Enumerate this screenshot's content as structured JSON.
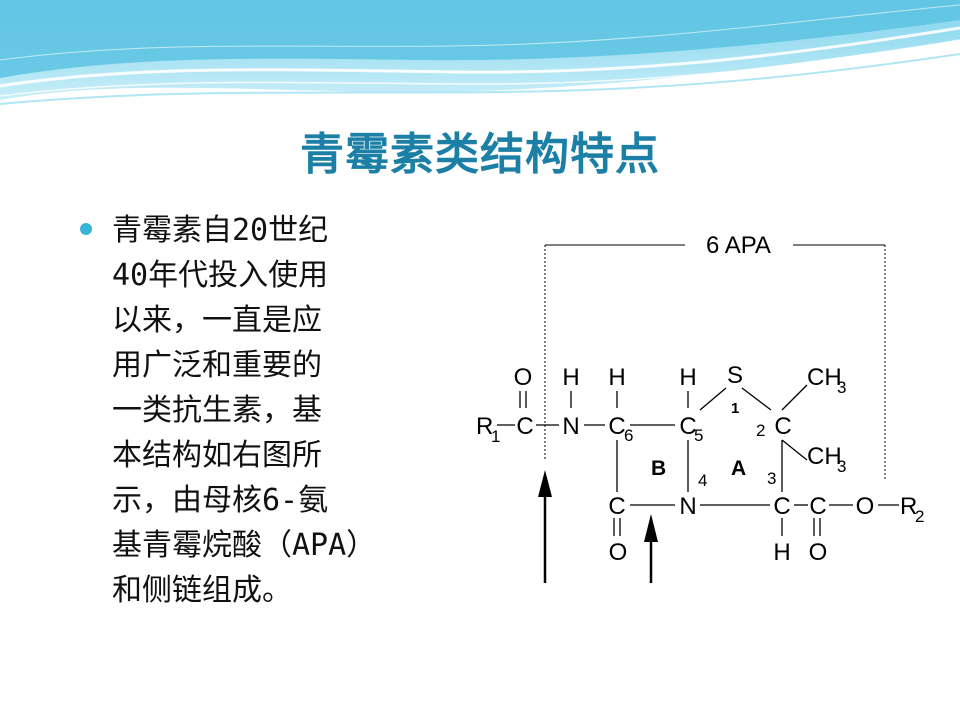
{
  "slide": {
    "title": "青霉素类结构特点",
    "bullet_lines": [
      "青霉素自20世纪",
      "40年代投入使用",
      "以来，一直是应",
      "用广泛和重要的",
      "一类抗生素，基",
      "本结构如右图所",
      "示，由母核6-氨",
      "基青霉烷酸（APA）",
      "和侧链组成。"
    ]
  },
  "diagram": {
    "bracket_label": "6 APA",
    "atoms": {
      "o_top": "O",
      "h_n": "H",
      "h_c6": "H",
      "h_c5": "H",
      "s": "S",
      "ch3_top": "CH",
      "ch3_top_sub": "3",
      "r1": "R",
      "r1_sub": "1",
      "c_amide": "C",
      "n_amide": "N",
      "c6": "C",
      "c6_num": "6",
      "c5": "C",
      "c5_num": "5",
      "s_num": "1",
      "c2_num": "2",
      "c2": "C",
      "ch3_bottom": "CH",
      "ch3_bottom_sub": "3",
      "ring_b": "B",
      "ring_a": "A",
      "n4_num": "4",
      "c3_num": "3",
      "c7": "C",
      "n4": "N",
      "c3": "C",
      "c_ester": "C",
      "o_ester": "O",
      "r2": "R",
      "r2_sub": "2",
      "o_c7": "O",
      "h_c3": "H",
      "o_ester_carbonyl": "O"
    }
  }
}
